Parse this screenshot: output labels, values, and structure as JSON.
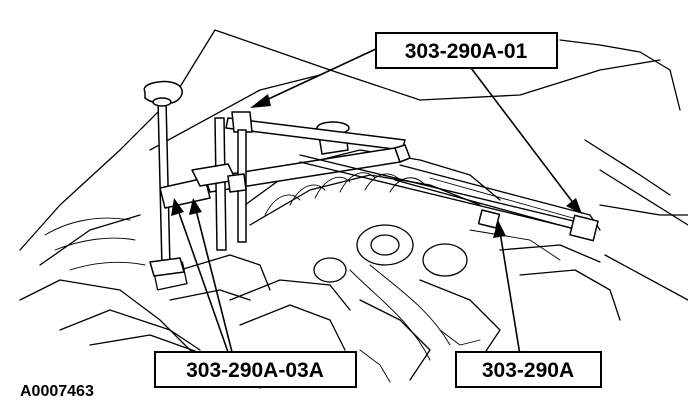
{
  "figure": {
    "id_label": "A0007463",
    "callouts": [
      {
        "key": "tool_01",
        "label": "303-290A-01"
      },
      {
        "key": "tool_03a",
        "label": "303-290A-03A"
      },
      {
        "key": "tool_main",
        "label": "303-290A"
      }
    ],
    "colors": {
      "line": "#000000",
      "background": "#ffffff"
    }
  }
}
